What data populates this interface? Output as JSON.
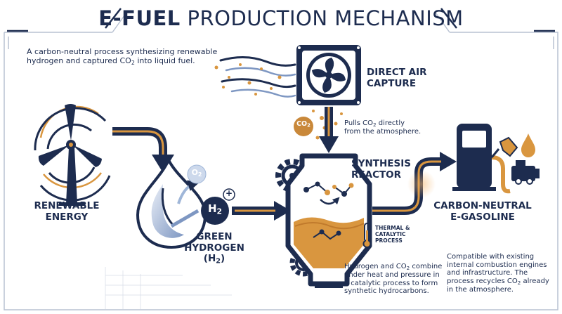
{
  "title": {
    "bold": "E-FUEL",
    "rest": "PRODUCTION MECHANISM"
  },
  "intro": {
    "line1": "A carbon-neutral process synthesizing renewable",
    "line2_pre": "hydrogen and captured CO",
    "line2_sub": "2",
    "line2_post": " into liquid fuel."
  },
  "stages": {
    "renewable": {
      "line1": "RENEWABLE",
      "line2": "ENERGY"
    },
    "dac": {
      "line1": "DIRECT AIR",
      "line2": "CAPTURE",
      "badge_main": "CO",
      "badge_sub": "2",
      "note1_pre": "Pulls CO",
      "note1_sub": "2",
      "note1_post": " directly",
      "note2": "from the atmosphere."
    },
    "hydrogen": {
      "line1": "GREEN",
      "line2": "HYDROGEN",
      "formula_main": "H",
      "formula_sub": "2",
      "paren_open": "(H",
      "paren_sub": "2",
      "paren_close": ")",
      "o2_main": "O",
      "o2_sub": "2",
      "plus": "+"
    },
    "reactor": {
      "line1": "SYNTHESIS",
      "line2": "REACTOR",
      "thermal1": "THERMAL &",
      "thermal2": "CATALYTIC",
      "thermal3": "PROCESS",
      "note1_pre": "Hydrogen and CO",
      "note1_sub": "2",
      "note1_post": " combine",
      "note2": "under heat and pressure in",
      "note3": "a catalytic process to form",
      "note4": "synthetic hydrocarbons."
    },
    "fuel": {
      "line1": "CARBON-NEUTRAL",
      "line2": "E-GASOLINE",
      "note1": "Compatible with existing",
      "note2": "internal combustion engines",
      "note3": "and infrastructure. The",
      "note4_pre": "process recycles CO",
      "note4_sub": "2",
      "note4_post": " already",
      "note5": "in the atmosphere."
    }
  },
  "colors": {
    "navy": "#1d2c4f",
    "orange": "#d9963f",
    "light_blue": "#9fb6d8",
    "frame": "#b9c2d2"
  },
  "icons": [
    "wind-turbine-icon",
    "fan-icon",
    "water-drop-icon",
    "reactor-icon",
    "gear-icon",
    "thermometer-icon",
    "fuel-pump-icon",
    "oil-drop-icon",
    "engine-icon"
  ]
}
